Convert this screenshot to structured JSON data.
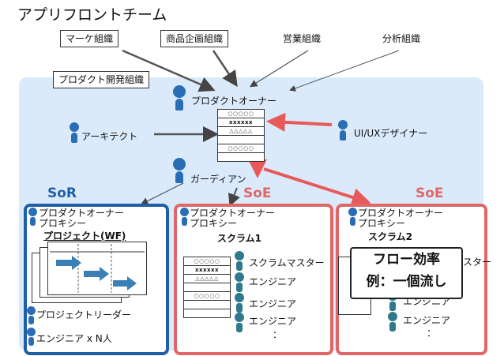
{
  "title": "アプリフロントチーム",
  "orgs": {
    "marketing": "マーケ組織",
    "product_planning": "商品企画組織",
    "sales": "営業組織",
    "analytics": "分析組織",
    "product_dev": "プロダクト開発組織"
  },
  "roles": {
    "product_owner": "プロダクトオーナー",
    "architect": "アーキテクト",
    "ux_designer": "UI/UXデザイナー",
    "guardian": "ガーディアン"
  },
  "backlog_rows": [
    "○○○○○",
    "xxxxxx",
    "△△△△△",
    "○○○○○"
  ],
  "sor": {
    "label": "SoR",
    "po_line1": "プロダクトオーナー",
    "po_line2": "プロキシー",
    "project": "プロジェクト(WF)",
    "project_leader": "プロジェクトリーダー",
    "engineers": "エンジニア x N人"
  },
  "soe1": {
    "label": "SoE",
    "po_line1": "プロダクトオーナー",
    "po_line2": "プロキシー",
    "scrum": "スクラム1",
    "scrum_master": "スクラムマスター",
    "engineer1": "エンジニア",
    "engineer2": "エンジニア",
    "engineer3": "エンジニア",
    "ellipsis": "："
  },
  "soe2": {
    "label": "SoE",
    "po_line1": "プロダクトオーナー",
    "po_line2": "プロキシー",
    "scrum": "スクラム2",
    "scrum_master_tail": "スター",
    "engineer2": "エンジニア",
    "engineer3": "エンジニア",
    "ellipsis": "："
  },
  "flow_note": {
    "line1": "フロー効率",
    "line2": "例：一個流し"
  },
  "colors": {
    "blue_person": "#2a6db5",
    "teal_person": "#2e7a8c",
    "sor_border": "#1f5fa8",
    "soe_border": "#e06767",
    "red_arrow": "#e85a5a",
    "bg": "#dbeafb"
  }
}
